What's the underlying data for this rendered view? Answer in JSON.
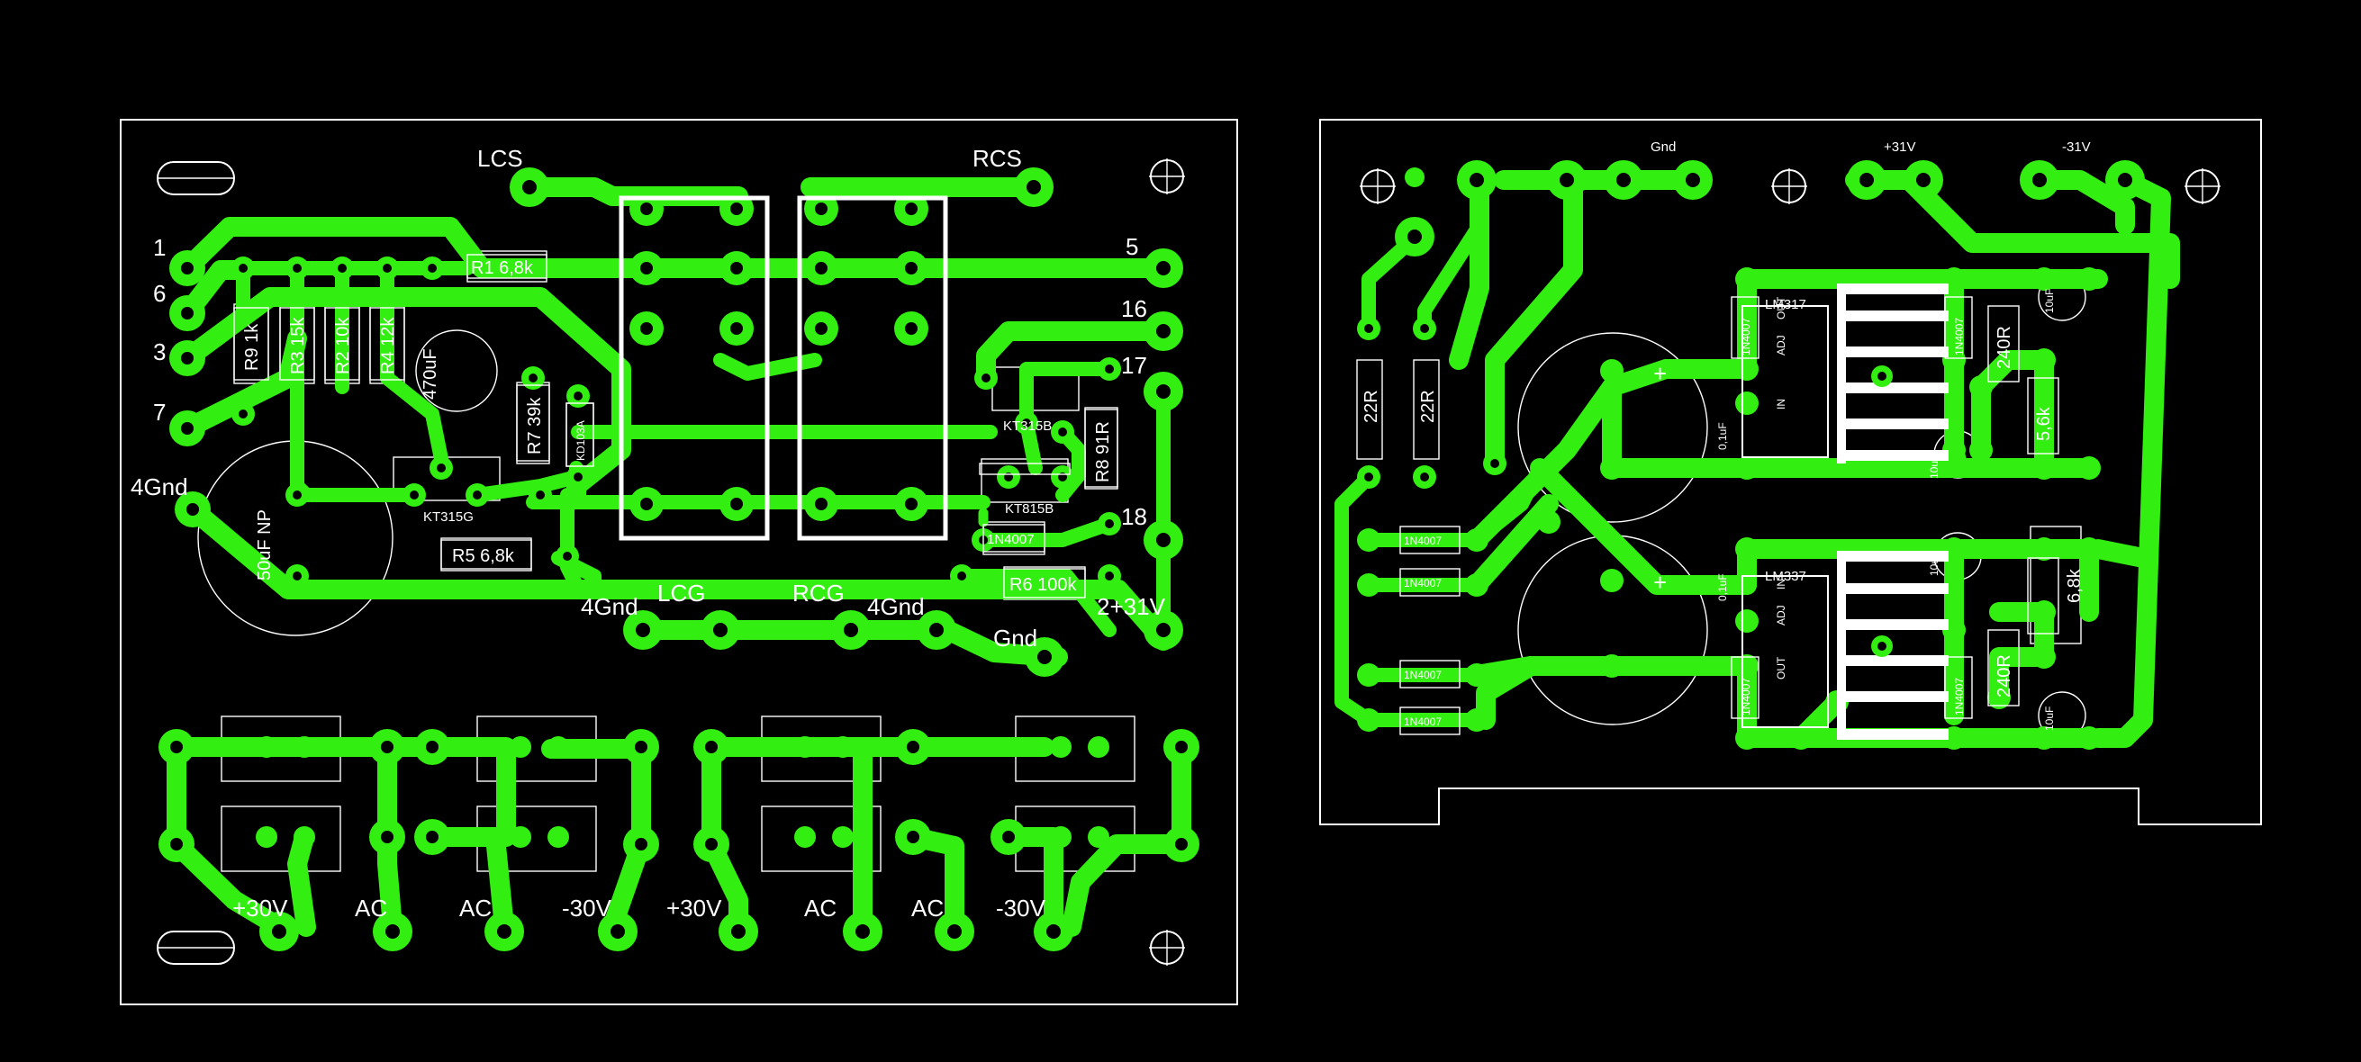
{
  "board1": {
    "labels": {
      "lcs": "LCS",
      "rcs": "RCS",
      "n1": "1",
      "n6": "6",
      "n3": "3",
      "n7": "7",
      "g4_left": "4Gnd",
      "n5": "5",
      "n16": "16",
      "n17": "17",
      "n18": "18",
      "lcg": "LCG",
      "rcg": "RCG",
      "g4_mid1": "4Gnd",
      "g4_mid2": "4Gnd",
      "gnd": "Gnd",
      "p231": "2+31V",
      "p30_1": "+30V",
      "ac_1": "AC",
      "ac_2": "AC",
      "m30_1": "-30V",
      "p30_2": "+30V",
      "ac_3": "AC",
      "ac_4": "AC",
      "m30_2": "-30V"
    },
    "components": {
      "r1": "R1 6,8k",
      "r9": "R9 1k",
      "r3": "R3 15k",
      "r2": "R2 10k",
      "r4": "R4 12k",
      "c470": "470uF",
      "r7": "R7 39k",
      "kd": "KD103A",
      "kt1": "KT315G",
      "kt2": "KT315B",
      "kt3": "KT815B",
      "r8": "R8 91R",
      "d1": "1N4007",
      "r6": "R6 100k",
      "r5": "R5 6,8k",
      "c50": "50uF NP"
    }
  },
  "board2": {
    "labels": {
      "gnd": "Gnd",
      "p31": "+31V",
      "m31": "-31V"
    },
    "components": {
      "r22a": "22R",
      "r22b": "22R",
      "d1": "1N4007",
      "d2": "1N4007",
      "d3": "1N4007",
      "d4": "1N4007",
      "d5": "1N4007",
      "d6": "1N4007",
      "d7": "1N4007",
      "d8": "1N4007",
      "lm317": "LM317",
      "lm337": "LM337",
      "r240a": "240R",
      "r240b": "240R",
      "r56": "5,6k",
      "r68": "6,8k",
      "c01a": "0,1uF",
      "c01b": "0,1uF",
      "c10a": "10uF",
      "c10b": "10uF",
      "c10c": "10uF",
      "c10d": "10uF",
      "adj1": "ADJ",
      "out1": "OUT",
      "in1": "IN",
      "adj2": "ADJ",
      "out2": "OUT",
      "in2": "IN",
      "plus1": "+",
      "plus2": "+"
    }
  },
  "colors": {
    "copper": "#33ee11",
    "silkscreen": "#ffffff",
    "background": "#000000"
  }
}
